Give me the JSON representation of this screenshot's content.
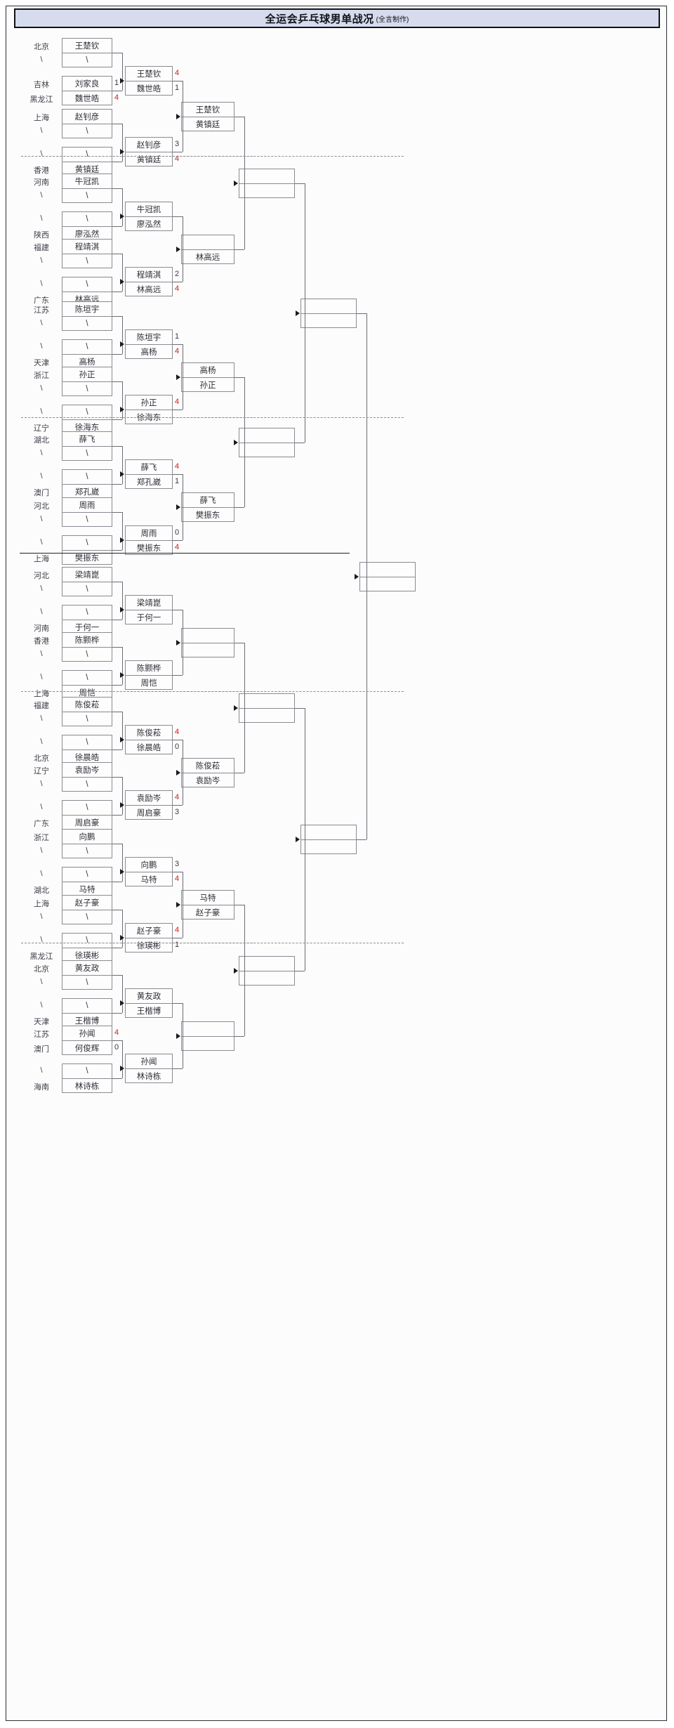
{
  "header": {
    "title": "全运会乒乓球男单战况",
    "subtitle": "(全言制作)",
    "band_color": "#d6dcee"
  },
  "colors": {
    "winner_score": "#d01a1a",
    "loser_score": "#3a3a42",
    "box_border": "#8a8a92",
    "frame": "#2b2f36"
  },
  "empty_mark": "\\",
  "bracket": {
    "sections": [
      {
        "id": "s1",
        "seeds": [
          {
            "prov": "北京",
            "name": "王楚钦"
          },
          {
            "prov": "\\",
            "name": "\\"
          },
          {
            "prov": "吉林",
            "name": "刘家良",
            "score": "1"
          },
          {
            "prov": "黑龙江",
            "name": "魏世皓",
            "score": "4",
            "win": true
          }
        ],
        "r2": [
          {
            "name": "王楚钦",
            "score": "4",
            "win": true
          },
          {
            "name": "魏世皓",
            "score": "1"
          }
        ]
      },
      {
        "id": "s2",
        "seeds": [
          {
            "prov": "上海",
            "name": "赵钊彦"
          },
          {
            "prov": "\\",
            "name": "\\"
          },
          {
            "prov": "\\",
            "name": "\\"
          },
          {
            "prov": "香港",
            "name": "黄镇廷"
          }
        ],
        "r2": [
          {
            "name": "赵钊彦",
            "score": "3"
          },
          {
            "name": "黄镇廷",
            "score": "4",
            "win": true
          }
        ]
      },
      {
        "id": "s3",
        "seeds": [
          {
            "prov": "河南",
            "name": "牛冠凯"
          },
          {
            "prov": "\\",
            "name": "\\"
          },
          {
            "prov": "\\",
            "name": "\\"
          },
          {
            "prov": "陕西",
            "name": "廖泓然"
          }
        ],
        "r2": [
          {
            "name": "牛冠凯"
          },
          {
            "name": "廖泓然"
          }
        ]
      },
      {
        "id": "s4",
        "seeds": [
          {
            "prov": "福建",
            "name": "程靖淇"
          },
          {
            "prov": "\\",
            "name": "\\"
          },
          {
            "prov": "\\",
            "name": "\\"
          },
          {
            "prov": "广东",
            "name": "林高远"
          }
        ],
        "r2": [
          {
            "name": "程靖淇",
            "score": "2"
          },
          {
            "name": "林高远",
            "score": "4",
            "win": true
          }
        ]
      },
      {
        "id": "s5",
        "seeds": [
          {
            "prov": "江苏",
            "name": "陈垣宇"
          },
          {
            "prov": "\\",
            "name": "\\"
          },
          {
            "prov": "\\",
            "name": "\\"
          },
          {
            "prov": "天津",
            "name": "高杨"
          }
        ],
        "r2": [
          {
            "name": "陈垣宇",
            "score": "1"
          },
          {
            "name": "高杨",
            "score": "4",
            "win": true
          }
        ]
      },
      {
        "id": "s6",
        "seeds": [
          {
            "prov": "浙江",
            "name": "孙正"
          },
          {
            "prov": "\\",
            "name": "\\"
          },
          {
            "prov": "\\",
            "name": "\\"
          },
          {
            "prov": "辽宁",
            "name": "徐海东"
          }
        ],
        "r2": [
          {
            "name": "孙正",
            "score": "4",
            "win": true
          },
          {
            "name": "徐海东"
          }
        ]
      },
      {
        "id": "s7",
        "seeds": [
          {
            "prov": "湖北",
            "name": "薛飞"
          },
          {
            "prov": "\\",
            "name": "\\"
          },
          {
            "prov": "\\",
            "name": "\\"
          },
          {
            "prov": "澳门",
            "name": "郑孔崴"
          }
        ],
        "r2": [
          {
            "name": "薛飞",
            "score": "4",
            "win": true
          },
          {
            "name": "郑孔崴",
            "score": "1"
          }
        ]
      },
      {
        "id": "s8",
        "seeds": [
          {
            "prov": "河北",
            "name": "周雨"
          },
          {
            "prov": "\\",
            "name": "\\"
          },
          {
            "prov": "\\",
            "name": "\\"
          },
          {
            "prov": "上海",
            "name": "樊振东"
          }
        ],
        "r2": [
          {
            "name": "周雨",
            "score": "0"
          },
          {
            "name": "樊振东",
            "score": "4",
            "win": true
          }
        ]
      },
      {
        "id": "s9",
        "seeds": [
          {
            "prov": "河北",
            "name": "梁靖崑"
          },
          {
            "prov": "\\",
            "name": "\\"
          },
          {
            "prov": "\\",
            "name": "\\"
          },
          {
            "prov": "河南",
            "name": "于何一"
          }
        ],
        "r2": [
          {
            "name": "梁靖崑"
          },
          {
            "name": "于何一"
          }
        ]
      },
      {
        "id": "s10",
        "seeds": [
          {
            "prov": "香港",
            "name": "陈颢桦"
          },
          {
            "prov": "\\",
            "name": "\\"
          },
          {
            "prov": "\\",
            "name": "\\"
          },
          {
            "prov": "上海",
            "name": "周恺"
          }
        ],
        "r2": [
          {
            "name": "陈颢桦"
          },
          {
            "name": "周恺"
          }
        ]
      },
      {
        "id": "s11",
        "seeds": [
          {
            "prov": "福建",
            "name": "陈俊菘"
          },
          {
            "prov": "\\",
            "name": "\\"
          },
          {
            "prov": "\\",
            "name": "\\"
          },
          {
            "prov": "北京",
            "name": "徐晨皓"
          }
        ],
        "r2": [
          {
            "name": "陈俊菘",
            "score": "4",
            "win": true
          },
          {
            "name": "徐晨皓",
            "score": "0"
          }
        ]
      },
      {
        "id": "s12",
        "seeds": [
          {
            "prov": "辽宁",
            "name": "袁励岑"
          },
          {
            "prov": "\\",
            "name": "\\"
          },
          {
            "prov": "\\",
            "name": "\\"
          },
          {
            "prov": "广东",
            "name": "周启豪"
          }
        ],
        "r2": [
          {
            "name": "袁励岑",
            "score": "4",
            "win": true
          },
          {
            "name": "周启豪",
            "score": "3"
          }
        ]
      },
      {
        "id": "s13",
        "seeds": [
          {
            "prov": "浙江",
            "name": "向鹏"
          },
          {
            "prov": "\\",
            "name": "\\"
          },
          {
            "prov": "\\",
            "name": "\\"
          },
          {
            "prov": "湖北",
            "name": "马特"
          }
        ],
        "r2": [
          {
            "name": "向鹏",
            "score": "3"
          },
          {
            "name": "马特",
            "score": "4",
            "win": true
          }
        ]
      },
      {
        "id": "s14",
        "seeds": [
          {
            "prov": "上海",
            "name": "赵子豪"
          },
          {
            "prov": "\\",
            "name": "\\"
          },
          {
            "prov": "\\",
            "name": "\\"
          },
          {
            "prov": "黑龙江",
            "name": "徐瑛彬"
          }
        ],
        "r2": [
          {
            "name": "赵子豪",
            "score": "4",
            "win": true
          },
          {
            "name": "徐瑛彬",
            "score": "1"
          }
        ]
      },
      {
        "id": "s15",
        "seeds": [
          {
            "prov": "北京",
            "name": "黄友政"
          },
          {
            "prov": "\\",
            "name": "\\"
          },
          {
            "prov": "\\",
            "name": "\\"
          },
          {
            "prov": "天津",
            "name": "王楷博"
          }
        ],
        "r2": [
          {
            "name": "黄友政"
          },
          {
            "name": "王楷博"
          }
        ]
      },
      {
        "id": "s16",
        "seeds": [
          {
            "prov": "江苏",
            "name": "孙闻",
            "score": "4",
            "win": true
          },
          {
            "prov": "澳门",
            "name": "何俊辉",
            "score": "0"
          },
          {
            "prov": "\\",
            "name": "\\"
          },
          {
            "prov": "海南",
            "name": "林诗栋"
          }
        ],
        "r2": [
          {
            "name": "孙闻"
          },
          {
            "name": "林诗栋"
          }
        ]
      }
    ],
    "round3": [
      {
        "id": "r3a",
        "top": "王楚钦",
        "bottom": "黄镇廷"
      },
      {
        "id": "r3b",
        "top": "",
        "bottom": "林高远"
      },
      {
        "id": "r3c",
        "top": "高杨",
        "bottom": "孙正"
      },
      {
        "id": "r3d",
        "top": "薛飞",
        "bottom": "樊振东"
      },
      {
        "id": "r3e",
        "top": "",
        "bottom": ""
      },
      {
        "id": "r3f",
        "top": "陈俊菘",
        "bottom": "袁励岑"
      },
      {
        "id": "r3g",
        "top": "马特",
        "bottom": "赵子豪"
      },
      {
        "id": "r3h",
        "top": "",
        "bottom": ""
      }
    ],
    "round4": [
      {
        "id": "r4a",
        "top": "",
        "bottom": ""
      },
      {
        "id": "r4b",
        "top": "",
        "bottom": ""
      },
      {
        "id": "r4c",
        "top": "",
        "bottom": ""
      },
      {
        "id": "r4d",
        "top": "",
        "bottom": ""
      }
    ],
    "round5": [
      {
        "id": "r5a",
        "top": "",
        "bottom": ""
      },
      {
        "id": "r5b",
        "top": "",
        "bottom": ""
      }
    ],
    "final": {
      "id": "final",
      "top": "",
      "bottom": ""
    }
  }
}
